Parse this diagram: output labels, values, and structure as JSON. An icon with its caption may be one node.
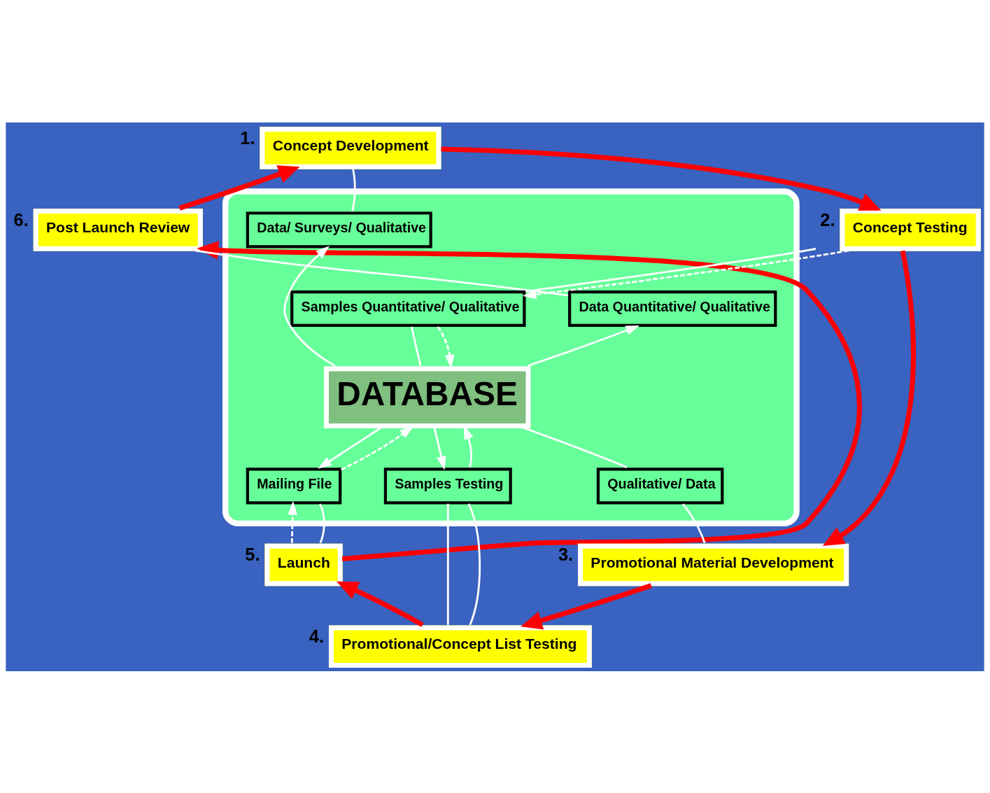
{
  "diagram": {
    "nodes": [
      {
        "text": [],
        "shape": "ellipse"
      },
      {
        "text": [
          "Concept Development"
        ],
        "beside": [
          "1."
        ]
      },
      {
        "text": [
          "Concept Testing"
        ],
        "beside": [
          "2."
        ]
      },
      {
        "text": [
          "Promotional Material Development"
        ],
        "beside": [
          "3."
        ]
      },
      {
        "text": [
          "Promotional/Concept List Testing"
        ],
        "beside": [
          "4."
        ]
      },
      {
        "text": [
          "Launch"
        ],
        "beside": [
          "5."
        ]
      },
      {
        "text": [
          "Post Launch Review"
        ],
        "beside": [
          "6."
        ]
      },
      {
        "text": [
          "Data/ Surveys/ Qualitative"
        ],
        "in": 0
      },
      {
        "text": [
          "Samples Quantitative/ Qualitative"
        ],
        "in": 0
      },
      {
        "text": [
          "DATABASE"
        ],
        "in": 0
      },
      {
        "text": [
          "Qualitative/ Data"
        ],
        "in": 0
      },
      {
        "text": [
          "Samples Testing"
        ],
        "in": 0
      },
      {
        "text": [
          "Mailing File"
        ],
        "in": 0
      },
      {
        "text": [
          "Data Quantitative/ Qualitative"
        ],
        "in": 0
      }
    ],
    "edges": [
      {
        "from": 1,
        "to": 7,
        "arrow": "none"
      },
      {
        "from": 9,
        "to": 7,
        "arrow": "to"
      },
      {
        "from": 2,
        "to": 8,
        "arrow": "none"
      },
      {
        "from": 2,
        "to": 8,
        "arrow": "to",
        "style": "dashed"
      },
      {
        "from": 8,
        "to": 9,
        "arrow": "none"
      },
      {
        "from": 8,
        "to": 9,
        "arrow": "to",
        "style": "dashed"
      },
      {
        "from": 9,
        "to": 10,
        "arrow": "none"
      },
      {
        "from": 10,
        "to": 3,
        "arrow": "none"
      },
      {
        "from": 9,
        "to": 11,
        "arrow": "to"
      },
      {
        "from": 11,
        "to": 9,
        "arrow": "to"
      },
      {
        "from": 11,
        "to": 4,
        "arrow": "none"
      },
      {
        "from": 11,
        "to": 4,
        "arrow": "none"
      },
      {
        "from": 9,
        "to": 12,
        "arrow": "to"
      },
      {
        "from": 12,
        "to": 9,
        "arrow": "to",
        "style": "dashed"
      },
      {
        "from": 5,
        "to": 12,
        "arrow": "to",
        "style": "dashed"
      },
      {
        "from": 5,
        "to": 12,
        "arrow": "none"
      },
      {
        "from": 9,
        "to": 13,
        "arrow": "to"
      },
      {
        "from": 13,
        "to": 6,
        "arrow": "none"
      },
      {
        "from": 1,
        "to": 2,
        "arrow": "to",
        "style": "thick",
        "color": "#ff0000"
      },
      {
        "from": 2,
        "to": 3,
        "arrow": "to",
        "style": "thick",
        "color": "#ff0000"
      },
      {
        "from": 3,
        "to": 4,
        "arrow": "to",
        "style": "thick",
        "color": "#ff0000"
      },
      {
        "from": 4,
        "to": 5,
        "arrow": "to",
        "style": "thick",
        "color": "#ff0000"
      },
      {
        "from": 5,
        "to": 6,
        "arrow": "to",
        "style": "thick",
        "color": "#ff0000"
      },
      {
        "from": 6,
        "to": 1,
        "arrow": "to",
        "style": "thick",
        "color": "#ff0000"
      }
    ]
  }
}
